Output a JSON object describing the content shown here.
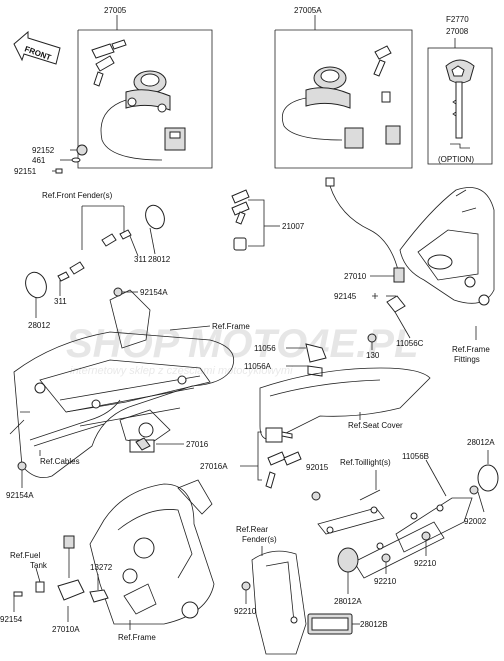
{
  "watermark": {
    "brand_part1": "SHOP",
    "brand_part2": "MOTO4E.PL",
    "tagline": "internetowy sklep z częściami motocyklowymi"
  },
  "front_label": "FRONT",
  "option_label": "(OPTION)",
  "parts": {
    "p27005": "27005",
    "p27005a": "27005A",
    "pf2770": "F2770",
    "p27008": "27008",
    "p92152": "92152",
    "p461": "461",
    "p92151": "92151",
    "p21007": "21007",
    "p311a": "311",
    "p311b": "311",
    "p28012a": "28012",
    "p28012b": "28012",
    "p92154a": "92154A",
    "p27010": "27010",
    "p92145": "92145",
    "p11056": "11056",
    "p11056a": "11056A",
    "p130": "130",
    "p11056c": "11056C",
    "p27016": "27016",
    "p27016a": "27016A",
    "p92015": "92015",
    "p11056b": "11056B",
    "p28012a_r": "28012A",
    "p92002": "92002",
    "p92210a": "92210",
    "p92210b": "92210",
    "p92210c": "92210",
    "p28012a_b": "28012A",
    "p28012b_b": "28012B",
    "p92154a_b": "92154A",
    "p92154": "92154",
    "p13272": "13272",
    "p27010a": "27010A"
  },
  "refs": {
    "front_fender": "Ref.Front Fender(s)",
    "frame_top": "Ref.Frame",
    "frame_fittings_1": "Ref.Frame",
    "frame_fittings_2": "Fittings",
    "seat_cover": "Ref.Seat Cover",
    "cables": "Ref.Cables",
    "taillight": "Ref.Toillight(s)",
    "rear_fender_1": "Ref.Rear",
    "rear_fender_2": "Fender(s)",
    "fuel_tank_1": "Ref.Fuel",
    "fuel_tank_2": "Tank",
    "frame_bottom": "Ref.Frame"
  }
}
